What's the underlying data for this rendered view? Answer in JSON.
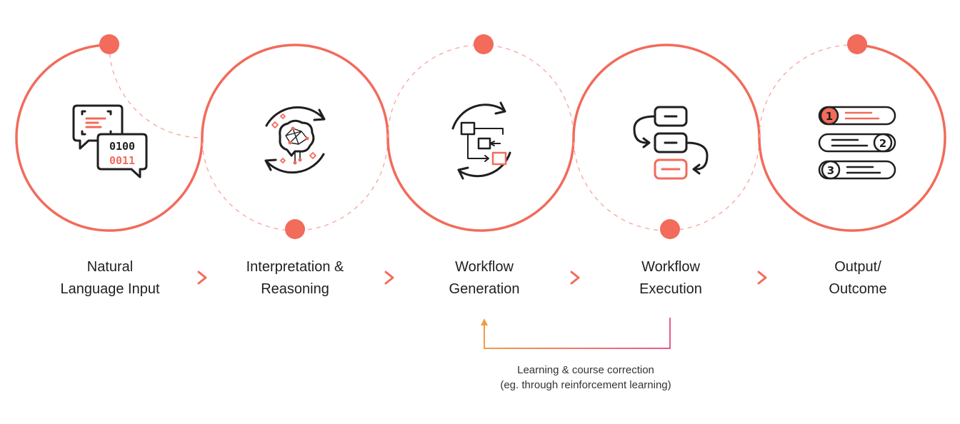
{
  "colors": {
    "accent": "#f26b5b",
    "accent_light": "#f6a59b",
    "ink": "#1f1f1f",
    "feedback_start": "#f39a4a",
    "feedback_end": "#e35d8e"
  },
  "steps": [
    {
      "line1": "Natural",
      "line2": "Language Input",
      "icon": "chat-binary-icon"
    },
    {
      "line1": "Interpretation &",
      "line2": "Reasoning",
      "icon": "brain-network-icon"
    },
    {
      "line1": "Workflow",
      "line2": "Generation",
      "icon": "flowchart-cycle-icon"
    },
    {
      "line1": "Workflow",
      "line2": "Execution",
      "icon": "workflow-execute-icon"
    },
    {
      "line1": "Output/",
      "line2": "Outcome",
      "icon": "ranked-list-icon"
    }
  ],
  "feedback": {
    "line1": "Learning & course correction",
    "line2": "(eg. through reinforcement learning)"
  },
  "separator_icon": "chevron-right-icon"
}
